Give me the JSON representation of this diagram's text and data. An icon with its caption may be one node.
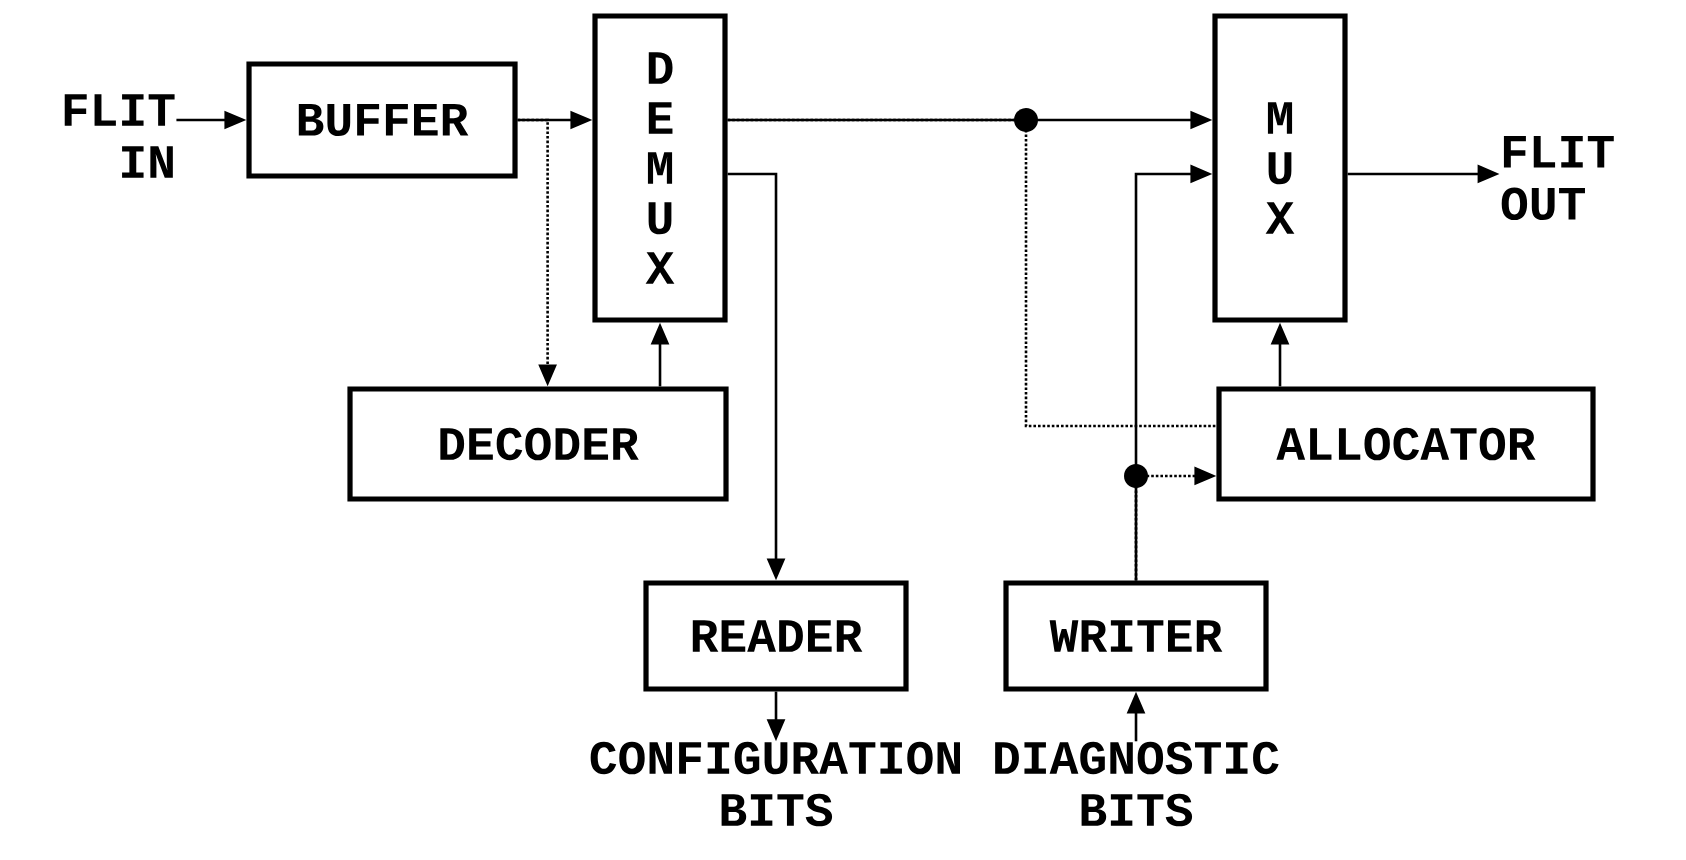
{
  "diagram": {
    "nodes": [
      {
        "text": [
          "FLIT IN"
        ]
      },
      {
        "text": [
          "BUFFER"
        ]
      },
      {
        "text": [
          "DEMUX"
        ]
      },
      {
        "text": [
          "DECODER"
        ]
      },
      {
        "text": [
          "MUX"
        ]
      },
      {
        "text": [
          "FLIT OUT"
        ]
      },
      {
        "text": [
          "ALLOCATOR"
        ]
      },
      {
        "text": [
          "READER"
        ]
      },
      {
        "text": [
          "WRITER"
        ]
      },
      {
        "text": [
          "CONFIGURATION BITS"
        ]
      },
      {
        "text": [
          "DIAGNOSTIC BITS"
        ]
      }
    ],
    "edges": [
      {
        "from": 0,
        "to": 1,
        "arrow": "to"
      },
      {
        "from": 1,
        "to": 2,
        "arrow": "to"
      },
      {
        "from": 1,
        "to": 3,
        "arrow": "to",
        "style": "dashed"
      },
      {
        "from": 3,
        "to": 2,
        "arrow": "to"
      },
      {
        "from": 2,
        "to": 4,
        "arrow": "to"
      },
      {
        "from": 2,
        "to": 7,
        "arrow": "to"
      },
      {
        "from": 2,
        "to": 6,
        "arrow": "none",
        "style": "dashed"
      },
      {
        "from": 8,
        "to": 4,
        "arrow": "to"
      },
      {
        "from": 8,
        "to": 6,
        "arrow": "to",
        "style": "dashed"
      },
      {
        "from": 6,
        "to": 4,
        "arrow": "to"
      },
      {
        "from": 4,
        "to": 5,
        "arrow": "to"
      },
      {
        "from": 7,
        "to": 9,
        "arrow": "to"
      },
      {
        "from": 10,
        "to": 8,
        "arrow": "to"
      }
    ]
  }
}
